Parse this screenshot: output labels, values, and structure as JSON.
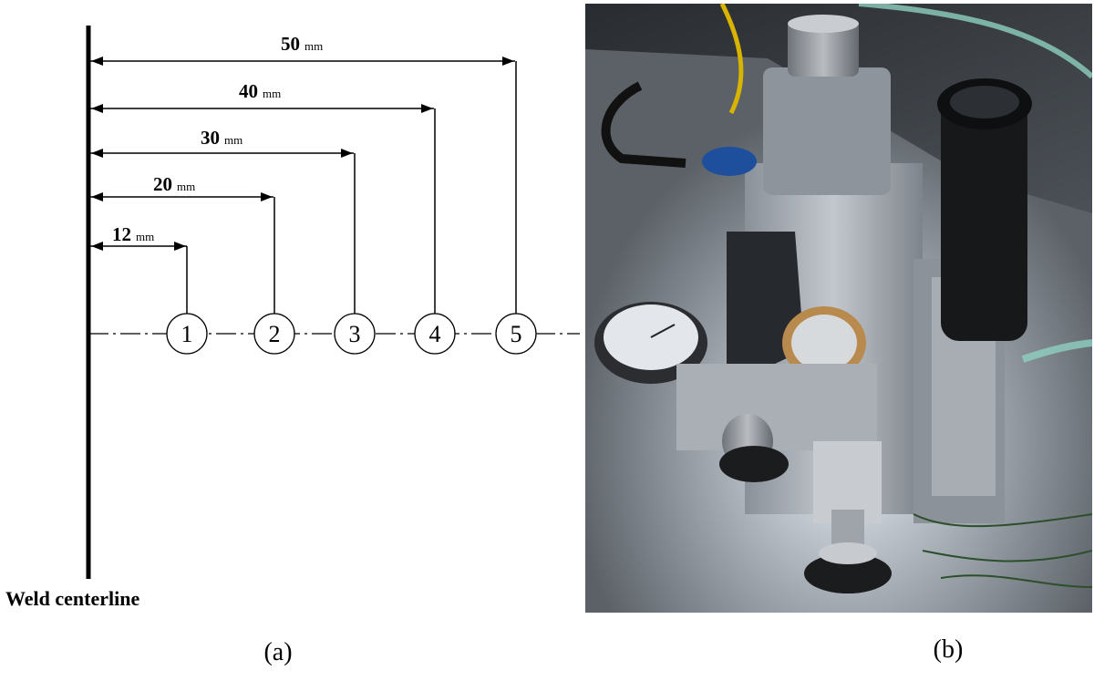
{
  "diagram": {
    "centerline_label": "Weld centerline",
    "dimensions": [
      {
        "value": "12",
        "unit": "mm"
      },
      {
        "value": "20",
        "unit": "mm"
      },
      {
        "value": "30",
        "unit": "mm"
      },
      {
        "value": "40",
        "unit": "mm"
      },
      {
        "value": "50",
        "unit": "mm"
      }
    ],
    "points": [
      "1",
      "2",
      "3",
      "4",
      "5"
    ]
  },
  "captions": {
    "a": "(a)",
    "b": "(b)"
  }
}
